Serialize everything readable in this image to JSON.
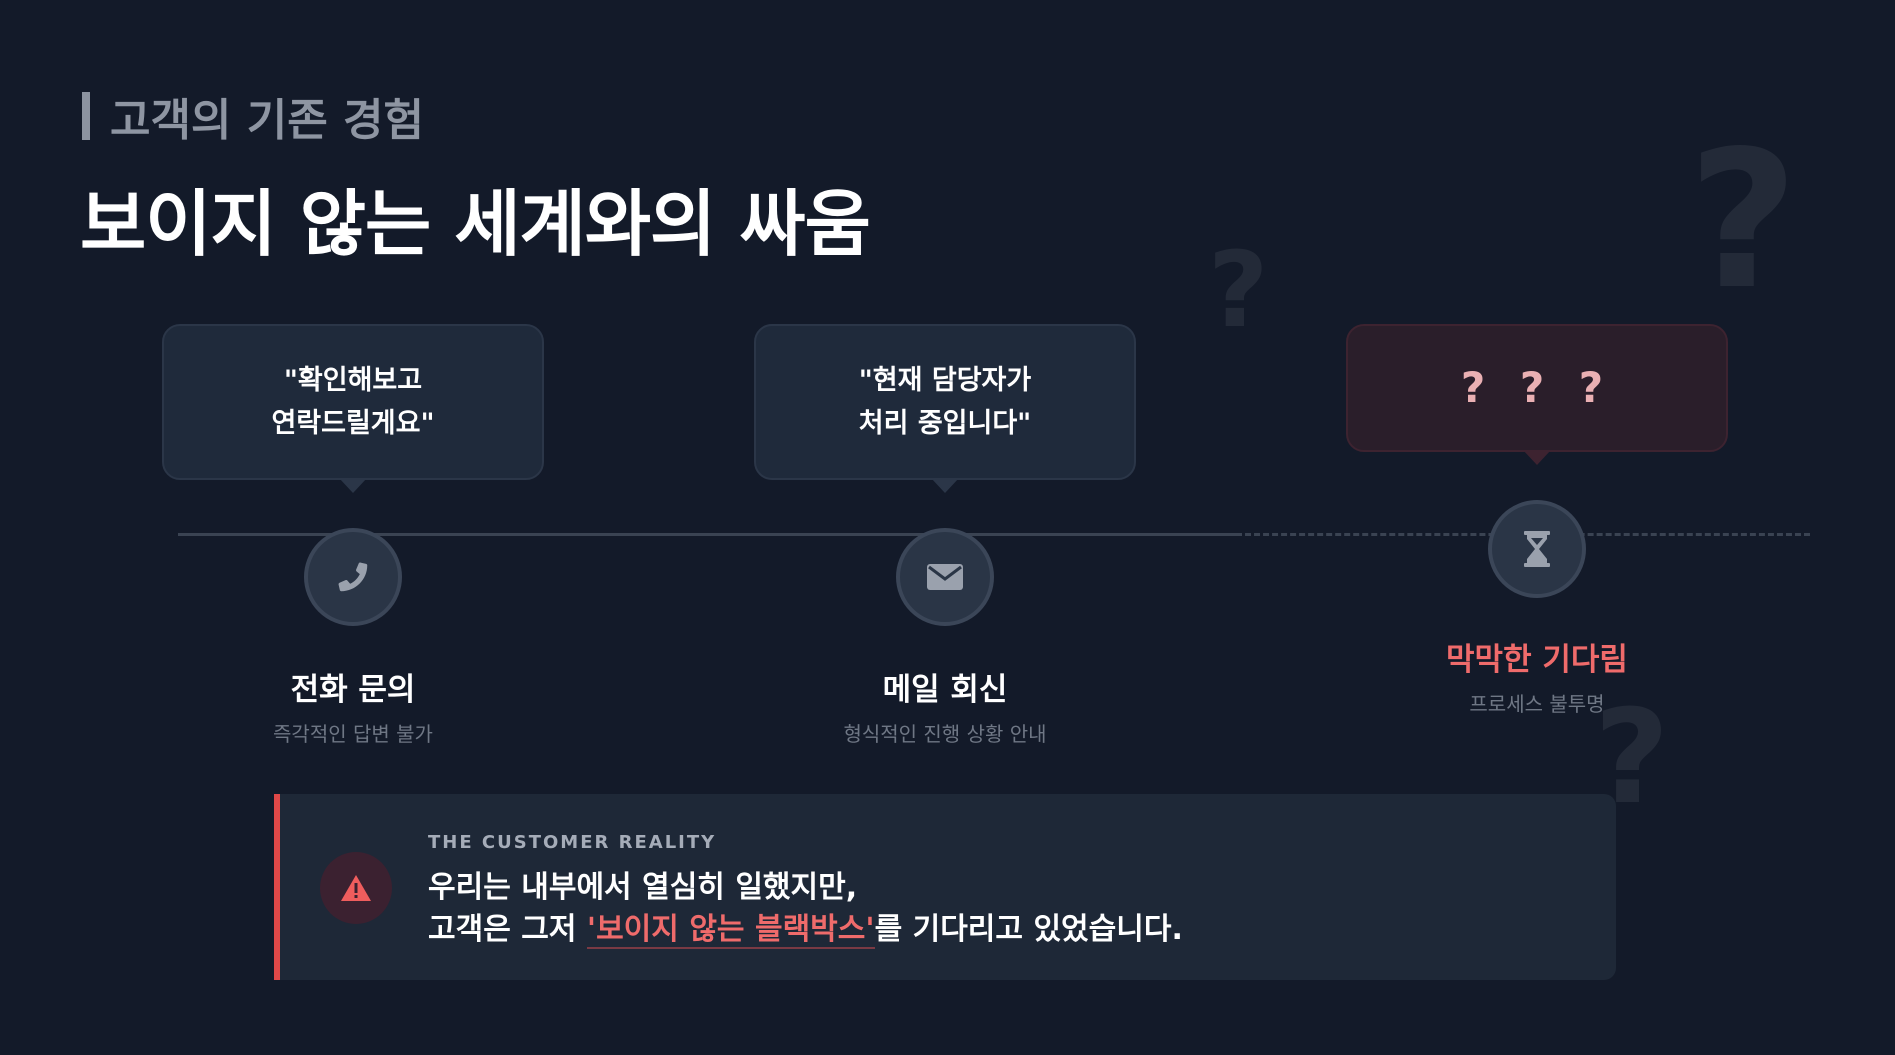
{
  "header": {
    "eyebrow": "고객의 기존 경험",
    "title": "보이지 않는 세계와의 싸움"
  },
  "decor": {
    "question_mark": "?"
  },
  "steps": [
    {
      "quote": "\"확인해보고\n연락드릴게요\"",
      "icon": "phone-icon",
      "label": "전화 문의",
      "sub": "즉각적인 답변 불가"
    },
    {
      "quote": "\"현재 담당자가\n처리 중입니다\"",
      "icon": "envelope-icon",
      "label": "메일 회신",
      "sub": "형식적인 진행 상황 안내"
    },
    {
      "quote": "? ? ?",
      "icon": "hourglass-icon",
      "label": "막막한 기다림",
      "sub": "프로세스 불투명"
    }
  ],
  "reality": {
    "icon": "warning-icon",
    "kicker": "THE CUSTOMER REALITY",
    "line1": "우리는 내부에서 열심히 일했지만,",
    "line2_prefix": "고객은 그저 ",
    "line2_highlight": "'보이지 않는 블랙박스'",
    "line2_suffix": "를 기다리고 있었습니다."
  },
  "colors": {
    "background": "#131a29",
    "accent_red": "#ef6b6b",
    "card": "#1f2a3b"
  }
}
